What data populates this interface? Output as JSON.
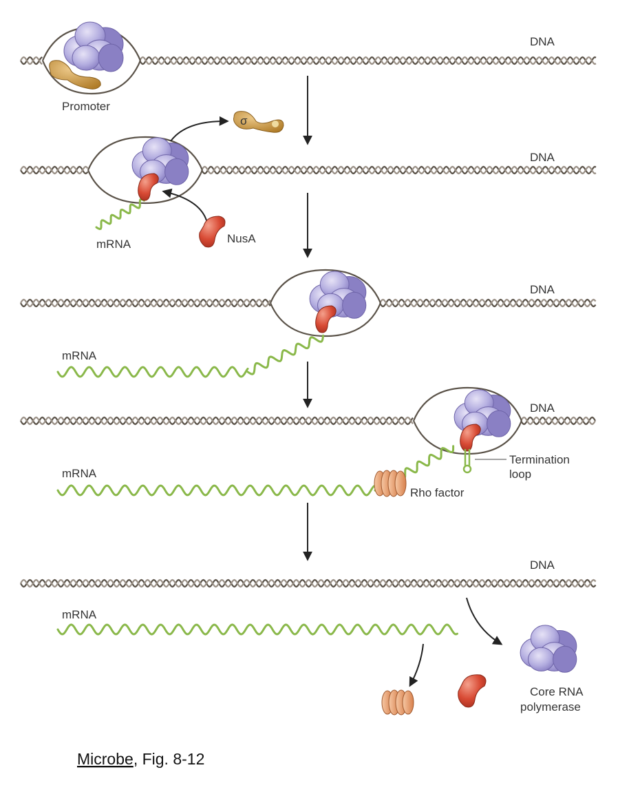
{
  "labels": {
    "dna": "DNA",
    "promoter": "Promoter",
    "sigma": "σ",
    "mrna": "mRNA",
    "nusa": "NusA",
    "termination_loop_line1": "Termination",
    "termination_loop_line2": "loop",
    "rho_factor": "Rho factor",
    "core_line1": "Core RNA",
    "core_line2": "polymerase"
  },
  "caption": {
    "source_title": "Microbe",
    "figure_ref": ", Fig. 8-12"
  },
  "colors": {
    "dna_strand": "#5a5248",
    "polymerase": "#b4aee0",
    "polymerase_dark": "#8a80c4",
    "sigma": "#c8963c",
    "nusa": "#d84a34",
    "mrna": "#8ab84a",
    "rho": "#e8a070",
    "arrow": "#222222"
  }
}
